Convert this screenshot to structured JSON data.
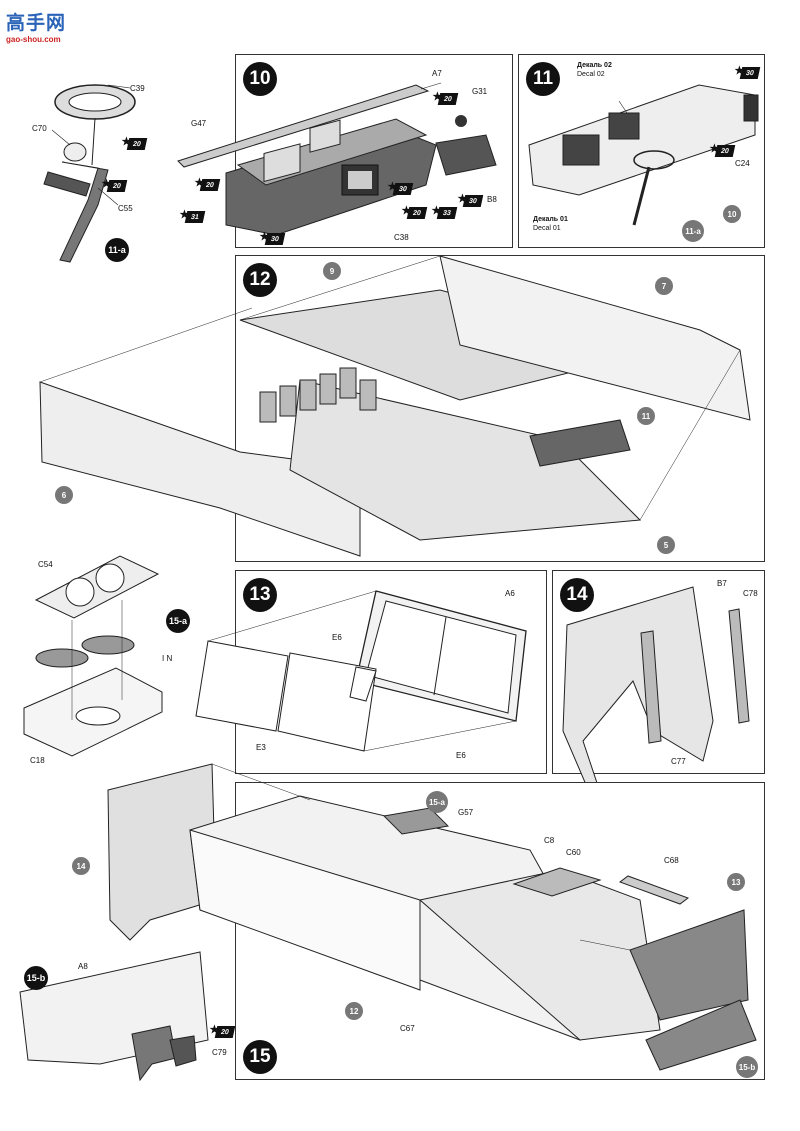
{
  "watermark": {
    "chars": "高手网",
    "url": "gao-shou.com"
  },
  "steps": {
    "s10": "10",
    "s11": "11",
    "s12": "12",
    "s13": "13",
    "s14": "14",
    "s15": "15"
  },
  "subassemblies": {
    "a11": "11-a",
    "a15a": "15-a",
    "a15b": "15-b"
  },
  "step11a": {
    "labels": {
      "c39": "C39",
      "c70": "C70",
      "c55": "C55"
    },
    "paints": [
      "20",
      "20"
    ]
  },
  "step10": {
    "labels": {
      "a7": "A7",
      "g31": "G31",
      "g47": "G47",
      "b8": "B8",
      "c38": "C38"
    },
    "paints": [
      "20",
      "20",
      "31",
      "30",
      "30",
      "20",
      "33",
      "30"
    ]
  },
  "step11": {
    "labels": {
      "c24": "C24"
    },
    "paints": [
      "30",
      "20"
    ],
    "refs": {
      "r10": "10",
      "r11a": "11-a"
    },
    "decal02": {
      "ru": "Декаль 02",
      "en": "Decal 02"
    },
    "decal01": {
      "ru": "Декаль 01",
      "en": "Decal 01"
    }
  },
  "step12": {
    "refs": {
      "r9": "9",
      "r7": "7",
      "r11": "11",
      "r6": "6",
      "r5": "5"
    }
  },
  "step15a": {
    "labels": {
      "c54": "C54",
      "in": "I N",
      "c18": "C18"
    }
  },
  "step13": {
    "labels": {
      "a6": "A6",
      "e6a": "E6",
      "e3": "E3",
      "e6b": "E6"
    }
  },
  "step14": {
    "labels": {
      "b7": "B7",
      "c78": "C78",
      "c77": "C77"
    }
  },
  "step15": {
    "labels": {
      "g57": "G57",
      "c8": "C8",
      "c60": "C60",
      "c68": "C68",
      "c67": "C67"
    },
    "refs": {
      "r14": "14",
      "r13": "13",
      "r12": "12",
      "r15a": "15-a",
      "r15b": "15-b"
    }
  },
  "step15b": {
    "labels": {
      "a8": "A8",
      "c79": "C79"
    },
    "paints": [
      "20"
    ]
  }
}
